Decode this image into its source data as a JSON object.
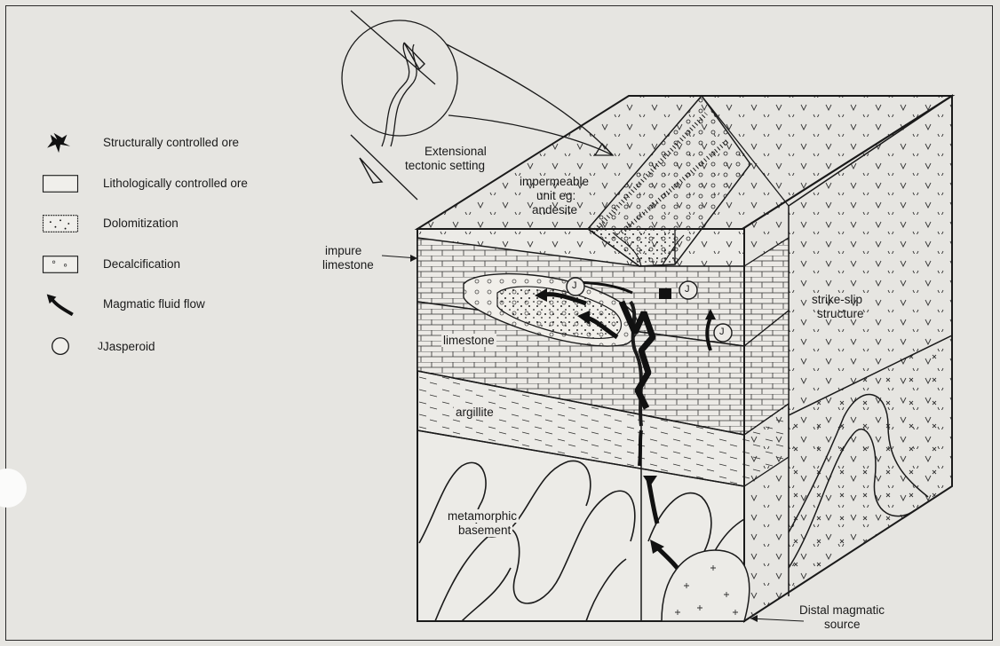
{
  "legend": {
    "items": [
      {
        "label": "Structurally controlled ore",
        "icon": "ore-cluster-icon"
      },
      {
        "label": "Lithologically controlled ore",
        "icon": "empty-box-icon"
      },
      {
        "label": "Dolomitization",
        "icon": "dotted-box-icon"
      },
      {
        "label": "Decalcification",
        "icon": "open-circle-box-icon"
      },
      {
        "label": "Magmatic fluid flow",
        "icon": "curved-arrow-icon"
      },
      {
        "label": "Jasperoid",
        "icon": "circled-j-icon"
      }
    ]
  },
  "labels": {
    "extensional": "Extensional",
    "tectonic_setting": "tectonic setting",
    "impermeable_1": "impermeable",
    "impermeable_2": "unit eg:",
    "impermeable_3": "andesite",
    "impure_1": "impure",
    "impure_2": "limestone",
    "limestone": "limestone",
    "argillite": "argillite",
    "strike_slip_1": "strike-slip",
    "strike_slip_2": "structure",
    "basement_1": "metamorphic",
    "basement_2": "basement",
    "distal_1": "Distal magmatic",
    "distal_2": "source",
    "jasperoid_symbol": "J"
  },
  "colors": {
    "paper": "#e6e5e1",
    "ink": "#1a1a1a"
  }
}
